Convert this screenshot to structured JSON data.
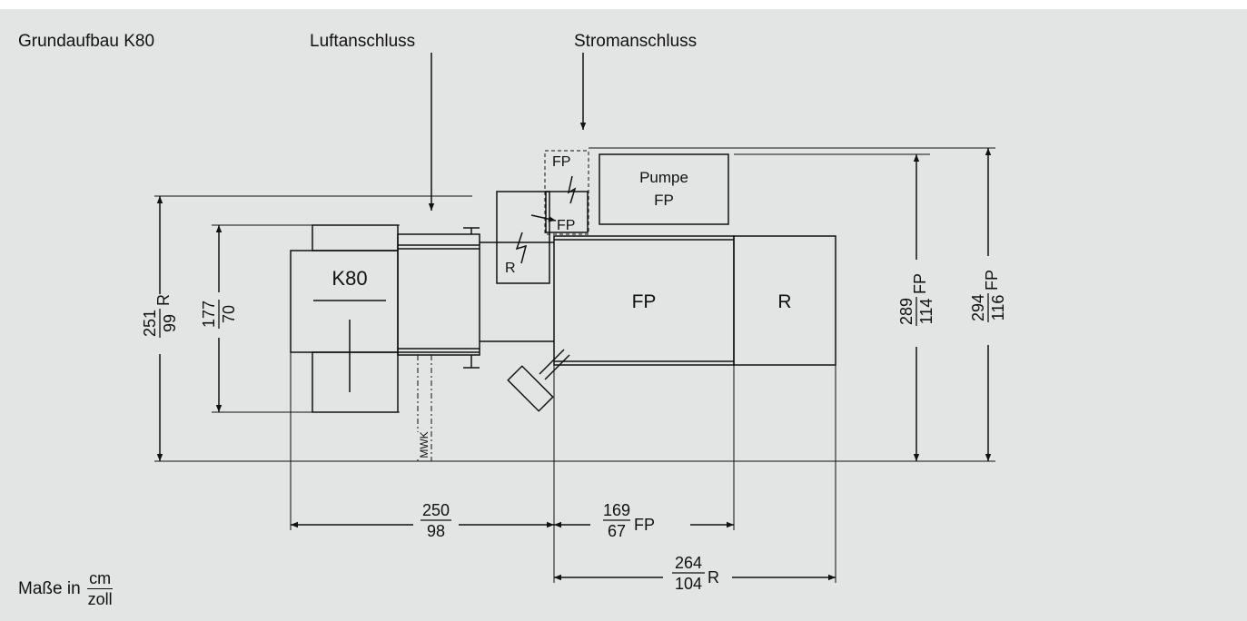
{
  "titles": {
    "main": "Grundaufbau K80",
    "air": "Luftanschluss",
    "power": "Stromanschluss"
  },
  "units": {
    "prefix": "Maße in",
    "num": "cm",
    "den": "zoll"
  },
  "components": {
    "k80": "K80",
    "pump_line1": "Pumpe",
    "pump_line2": "FP",
    "fp_main": "FP",
    "r_main": "R",
    "ctrl_fp_dashed": "FP",
    "ctrl_fp": "FP",
    "ctrl_r": "R",
    "mwk": "MWK"
  },
  "dims": {
    "d250_num": "250",
    "d250_den": "98",
    "d169_num": "169",
    "d169_den": "67",
    "d169_suffix": "FP",
    "d264_num": "264",
    "d264_den": "104",
    "d264_suffix": "R",
    "d251_num": "251",
    "d251_den": "99",
    "d251_suffix": "R",
    "d177_num": "177",
    "d177_den": "70",
    "d289_num": "289",
    "d289_den": "114",
    "d289_suffix": "FP",
    "d294_num": "294",
    "d294_den": "116",
    "d294_suffix": "FP"
  },
  "colors": {
    "background": "#e3e4e4",
    "line": "#111111"
  }
}
